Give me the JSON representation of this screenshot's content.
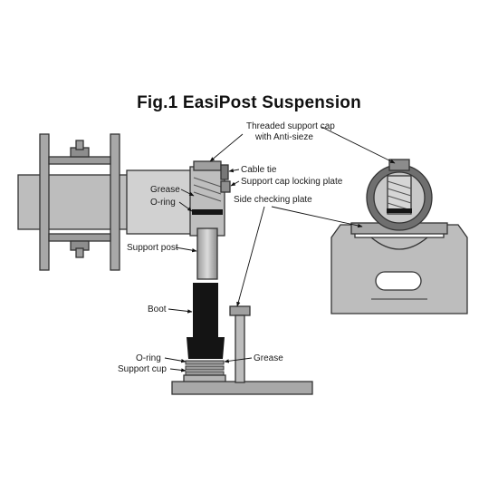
{
  "figure": {
    "title": "Fig.1 EasiPost Suspension"
  },
  "labels": {
    "threaded_cap_line1": "Threaded support cap",
    "threaded_cap_line2": "with Anti-sieze",
    "cable_tie": "Cable tie",
    "locking_plate": "Support cap locking plate",
    "side_plate": "Side checking plate",
    "grease_top": "Grease",
    "oring_top": "O-ring",
    "support_post": "Support post",
    "boot": "Boot",
    "oring_bottom": "O-ring",
    "support_cup": "Support cup",
    "grease_bottom": "Grease"
  },
  "colors": {
    "metal_light": "#c9c9c9",
    "metal_mid": "#a9a9a9",
    "metal_dark": "#7d7d7d",
    "boot_black": "#141414",
    "outline": "#333333"
  }
}
